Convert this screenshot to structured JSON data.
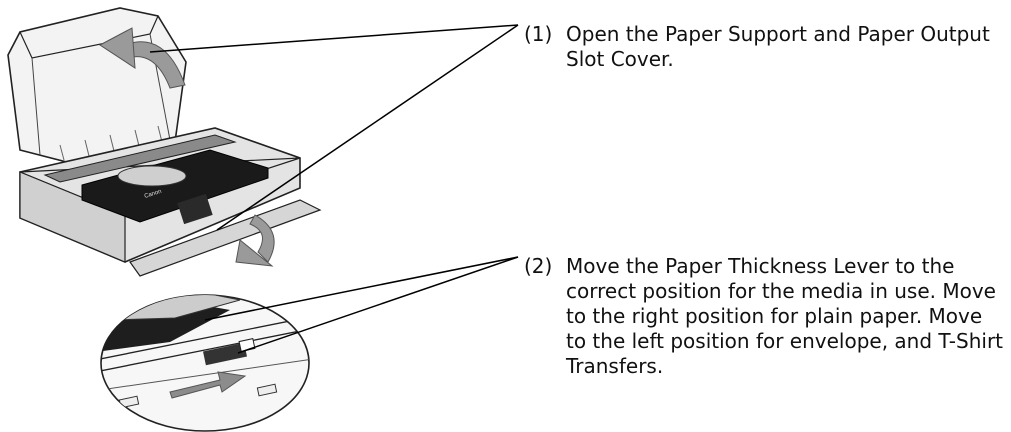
{
  "steps": [
    {
      "number": "(1)",
      "text": "Open the Paper Support and Paper Output Slot Cover."
    },
    {
      "number": "(2)",
      "text": "Move the Paper Thickness Lever to the correct position for the media in use. Move to the right position for plain paper. Move to the left position for envelope, and T-Shirt Transfers."
    }
  ],
  "printer": {
    "brand": "Canon"
  },
  "colors": {
    "printer_body": "#e4e4e4",
    "printer_panel": "#1a1a1a",
    "zoom_wedge": "#b3b3b3",
    "arrow": "#9a9a9a",
    "leader_line": "#000000"
  },
  "icons": {
    "open_arrow": "curved-arrow-up-icon",
    "close_arrow": "curved-arrow-down-icon",
    "lever_arrow": "right-arrow-icon"
  }
}
